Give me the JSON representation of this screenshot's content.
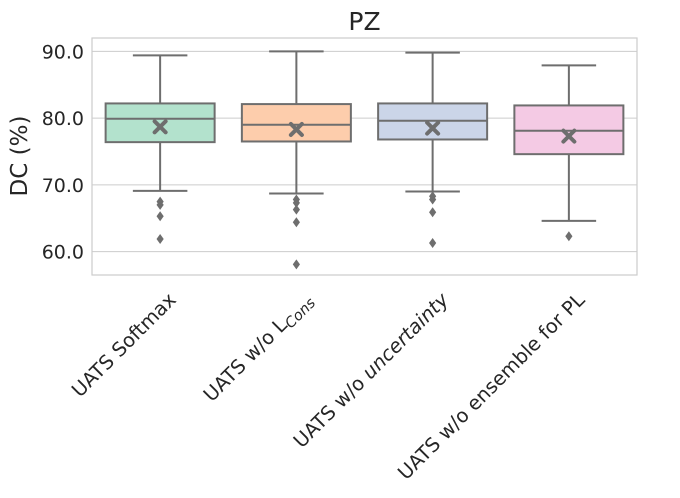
{
  "chart_data": {
    "type": "box",
    "title": "PZ",
    "ylabel": "DC (%)",
    "xlabel": "",
    "ylim": [
      56.5,
      92.0
    ],
    "yticks": [
      "60.0",
      "70.0",
      "80.0",
      "90.0"
    ],
    "ytick_values": [
      60,
      70,
      80,
      90
    ],
    "grid": true,
    "series": [
      {
        "label_parts": [
          {
            "text": "UATS Softmax"
          }
        ],
        "color": "#b3e2cd",
        "whisker_low": 69.1,
        "q1": 76.4,
        "median": 79.9,
        "q3": 82.2,
        "whisker_high": 89.4,
        "mean": 78.7,
        "outliers": [
          67.5,
          67.0,
          65.3,
          61.9
        ]
      },
      {
        "label_parts": [
          {
            "text": "UATS w/o L"
          },
          {
            "text": "Cons",
            "style": "subscript-italic"
          }
        ],
        "color": "#fdcdac",
        "whisker_low": 68.7,
        "q1": 76.5,
        "median": 79.0,
        "q3": 82.1,
        "whisker_high": 90.0,
        "mean": 78.3,
        "outliers": [
          67.8,
          67.3,
          66.3,
          64.4,
          58.1
        ]
      },
      {
        "label_parts": [
          {
            "text": "UATS w/o "
          },
          {
            "text": "uncertainty",
            "style": "italic"
          }
        ],
        "color": "#cbd5e8",
        "whisker_low": 69.0,
        "q1": 76.8,
        "median": 79.6,
        "q3": 82.2,
        "whisker_high": 89.8,
        "mean": 78.5,
        "outliers": [
          68.3,
          67.8,
          65.9,
          61.3
        ]
      },
      {
        "label_parts": [
          {
            "text": "UATS w/o ensemble for PL"
          }
        ],
        "color": "#f4cae4",
        "whisker_low": 64.6,
        "q1": 74.6,
        "median": 78.1,
        "q3": 81.9,
        "whisker_high": 87.9,
        "mean": 77.3,
        "outliers": [
          62.3
        ]
      }
    ]
  }
}
